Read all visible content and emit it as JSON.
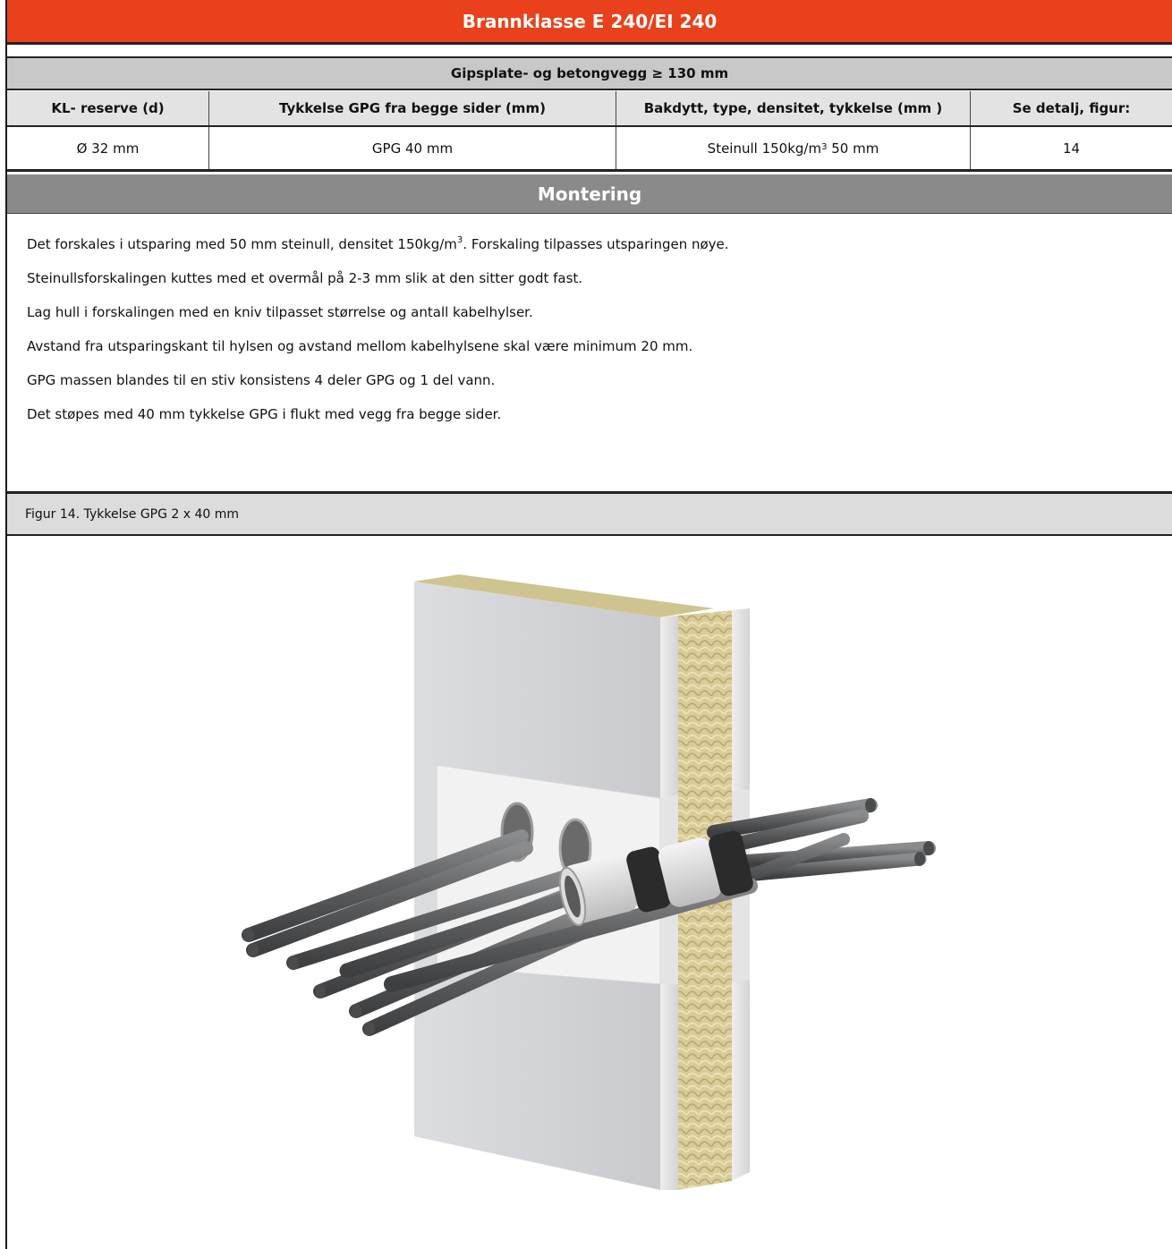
{
  "document": {
    "title": "Brannklasse E 240/EI 240",
    "subtitle": "Gipsplate- og betongvegg ≥ 130 mm",
    "table": {
      "headers": [
        "KL- reserve (d)",
        "Tykkelse GPG fra begge sider (mm)",
        "Bakdytt, type, densitet, tykkelse (mm )",
        "Se detalj, figur:"
      ],
      "row": {
        "reserve": "Ø 32 mm",
        "thickness": "GPG 40 mm",
        "backfill_prefix": "Steinull 150kg/m",
        "backfill_sup": "3",
        "backfill_suffix": " 50 mm",
        "figure": "14"
      }
    },
    "section_title": "Montering",
    "instructions": {
      "line1_prefix": "Det forskales i utsparing med 50 mm steinull, densitet 150kg/m",
      "line1_sup": "3",
      "line1_suffix": ". Forskaling tilpasses utsparingen nøye.",
      "line2": "Steinullsforskalingen kuttes med et overmål på 2-3 mm slik at den sitter godt fast.",
      "line3": "Lag hull i forskalingen med en kniv tilpasset størrelse og antall kabelhylser.",
      "line4": "Avstand fra utsparingskant til hylsen og avstand mellom kabelhylsene skal være minimum 20 mm.",
      "line5": "GPG massen blandes til en stiv konsistens 4 deler GPG og 1 del vann.",
      "line6": "Det støpes med 40 mm tykkelse GPG i flukt med vegg fra begge sider."
    },
    "figure_caption": "Figur 14. Tykkelse GPG 2 x 40 mm"
  },
  "colors": {
    "title_bar": "#e8411b",
    "subtitle_bar": "#c8c8c8",
    "section_bar": "#8a8a8a",
    "caption_bar": "#dcdcdc"
  }
}
